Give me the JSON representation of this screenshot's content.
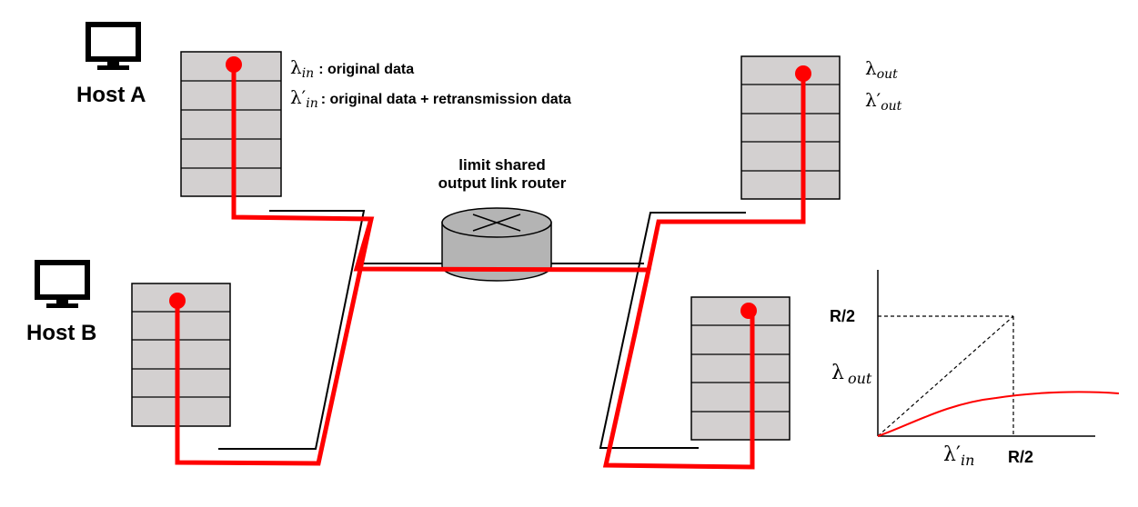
{
  "hosts": {
    "a": {
      "label": "Host A",
      "icon": "monitor-icon"
    },
    "b": {
      "label": "Host B",
      "icon": "monitor-icon"
    }
  },
  "router": {
    "label_line1": "limit shared",
    "label_line2": "output link router"
  },
  "legend": {
    "lambda_in_symbol": "λ",
    "lambda_in_sub": "in",
    "lambda_in_desc": ": original data",
    "lambda_in_prime_symbol": "λ′",
    "lambda_in_prime_sub": "in",
    "lambda_in_prime_desc": ": original data + retransmission data",
    "lambda_out_symbol": "λ",
    "lambda_out_sub": "out",
    "lambda_out_prime_symbol": "λ′",
    "lambda_out_prime_sub": "out"
  },
  "graph": {
    "y_tick": "R/2",
    "x_tick": "R/2",
    "y_label_symbol": "λ",
    "y_label_sub": "out",
    "x_label_symbol": "λ′",
    "x_label_sub": "in"
  },
  "colors": {
    "flow": "#ff0000",
    "buffer_fill": "#d3d0d0",
    "router_fill": "#b4b4b4"
  }
}
